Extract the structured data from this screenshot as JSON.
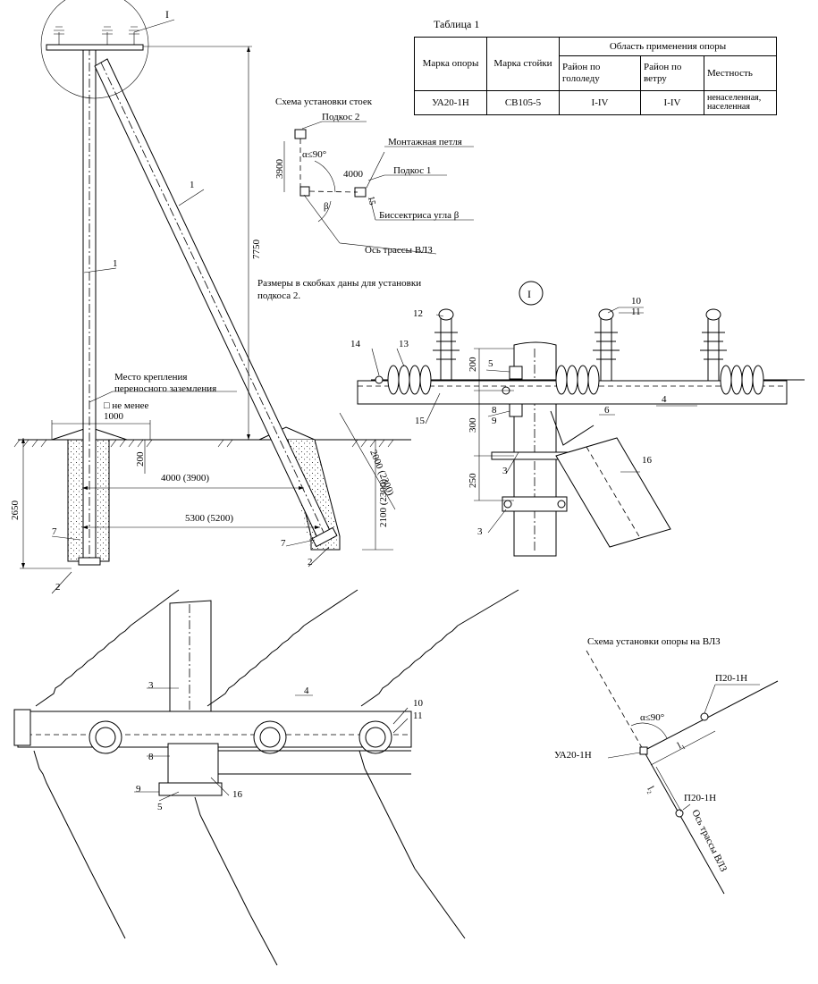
{
  "table": {
    "title": "Таблица 1",
    "headers": {
      "pole_mark": "Марка опоры",
      "post_mark": "Марка стойки",
      "application": "Область применения опоры",
      "ice_region": "Район по гололеду",
      "wind_region": "Район по ветру",
      "terrain": "Местность"
    },
    "row": {
      "pole_mark": "УА20-1Н",
      "post_mark": "СВ105-5",
      "ice_region": "I-IV",
      "wind_region": "I-IV",
      "terrain": "ненаселенная, населенная"
    }
  },
  "posts_scheme": {
    "title": "Схема установки стоек",
    "brace2": "Подкос 2",
    "mount_loop": "Монтажная петля",
    "brace1": "Подкос 1",
    "bisector": "Биссектриса угла β",
    "line_axis": "Ось трассы ВЛЗ",
    "dim_3900": "3900",
    "dim_4000": "4000",
    "dim_15": "15",
    "angle_alpha": "α≤90°",
    "angle_beta": "β"
  },
  "note": "Размеры в скобках даны для установки подкоса 2.",
  "main_view": {
    "detail_ref": "I",
    "grounding_label": "Место крепления переносного заземления",
    "not_less": "□ не менее",
    "dim_1000": "1000",
    "dim_200": "200",
    "dim_7750": "7750",
    "dim_2650": "2650",
    "dim_4000_3900": "4000 (3900)",
    "dim_5300_5200": "5300 (5200)",
    "dim_2000_2300": "2000 (2300)",
    "dim_2100_2300": "2100 (2300)",
    "pos_1": "1",
    "pos_2": "2",
    "pos_7": "7"
  },
  "detail_view": {
    "detail_ref": "I",
    "dim_200": "200",
    "dim_300": "300",
    "dim_250": "250",
    "pos": [
      "10",
      "11",
      "12",
      "13",
      "14",
      "15",
      "5",
      "8",
      "9",
      "3",
      "4",
      "6",
      "16"
    ]
  },
  "plan_view": {
    "pos": [
      "3",
      "4",
      "8",
      "9",
      "5",
      "16",
      "10",
      "11"
    ]
  },
  "route_scheme": {
    "title": "Схема установки опоры на ВЛЗ",
    "support_top": "П20-1Н",
    "support_bottom": "П20-1Н",
    "angle_support": "УА20-1Н",
    "angle_alpha": "α≤90°",
    "l1": "l₁",
    "l2": "l₂",
    "line_axis": "Ось трассы ВЛЗ"
  }
}
